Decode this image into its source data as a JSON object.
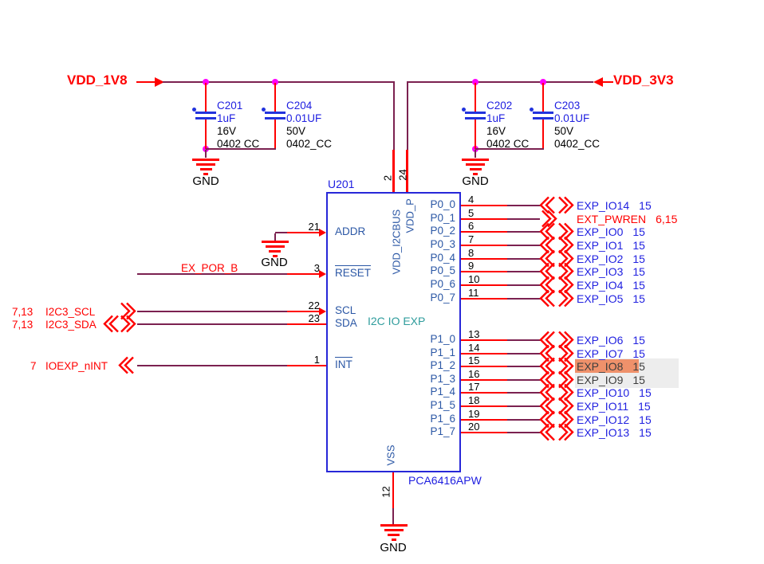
{
  "colors": {
    "wire": "#7B2150",
    "red": "#FF0000",
    "ref_blue": "#1D1DE0",
    "net_blue": "#2121E0",
    "pin_blue": "#2B57A5",
    "chip_blue": "#2727D8",
    "teal": "#2E9C9C",
    "junction": "#FF00FF",
    "cap_blue": "#2233DD",
    "dim_text": "#3D3D3D",
    "highlight_orange": "#EF916B",
    "highlight_gray": "#EDEDED"
  },
  "power": {
    "left_rail_label": "VDD_1V8",
    "right_rail_label": "VDD_3V3",
    "gnd_label": "GND"
  },
  "capacitors": [
    {
      "ref": "C201",
      "value": "1uF",
      "voltage": "16V",
      "footprint": "0402 CC"
    },
    {
      "ref": "C204",
      "value": "0.01UF",
      "voltage": "50V",
      "footprint": "0402_CC"
    },
    {
      "ref": "C202",
      "value": "1uF",
      "voltage": "16V",
      "footprint": "0402 CC"
    },
    {
      "ref": "C203",
      "value": "0.01UF",
      "voltage": "50V",
      "footprint": "0402_CC"
    }
  ],
  "chip": {
    "refdes": "U201",
    "part": "PCA6416APW",
    "function_label": "I2C IO EXP",
    "top_pins": [
      {
        "num": "2",
        "name": "VDD_I2CBUS"
      },
      {
        "num": "24",
        "name": "VDD_P"
      }
    ],
    "bottom_pins": [
      {
        "num": "12",
        "name": "VSS"
      }
    ],
    "left_pins": [
      {
        "num": "21",
        "name": "ADDR",
        "overline": false
      },
      {
        "num": "3",
        "name": "RESET",
        "overline": true
      },
      {
        "num": "22",
        "name": "SCL",
        "overline": false
      },
      {
        "num": "23",
        "name": "SDA",
        "overline": false
      },
      {
        "num": "1",
        "name": "INT",
        "overline": true
      }
    ],
    "right_pins_p0": [
      {
        "num": "4",
        "name": "P0_0"
      },
      {
        "num": "5",
        "name": "P0_1"
      },
      {
        "num": "6",
        "name": "P0_2"
      },
      {
        "num": "7",
        "name": "P0_3"
      },
      {
        "num": "8",
        "name": "P0_4"
      },
      {
        "num": "9",
        "name": "P0_5"
      },
      {
        "num": "10",
        "name": "P0_6"
      },
      {
        "num": "11",
        "name": "P0_7"
      }
    ],
    "right_pins_p1": [
      {
        "num": "13",
        "name": "P1_0"
      },
      {
        "num": "14",
        "name": "P1_1"
      },
      {
        "num": "15",
        "name": "P1_2"
      },
      {
        "num": "16",
        "name": "P1_3"
      },
      {
        "num": "17",
        "name": "P1_4"
      },
      {
        "num": "18",
        "name": "P1_5"
      },
      {
        "num": "19",
        "name": "P1_6"
      },
      {
        "num": "20",
        "name": "P1_7"
      }
    ]
  },
  "left_nets": [
    {
      "pages": "",
      "label": "EX_POR_B",
      "connector": "none"
    },
    {
      "pages": "7,13",
      "label": "I2C3_SCL",
      "connector": "right"
    },
    {
      "pages": "7,13",
      "label": "I2C3_SDA",
      "connector": "both"
    },
    {
      "pages": "7",
      "label": "IOEXP_nINT",
      "connector": "left"
    }
  ],
  "right_nets_p0": [
    {
      "label": "EXP_IO14",
      "pages": "15",
      "style": "blue",
      "connector": "both"
    },
    {
      "label": "EXT_PWREN",
      "pages": "6,15",
      "style": "red",
      "connector": "right"
    },
    {
      "label": "EXP_IO0",
      "pages": "15",
      "style": "blue",
      "connector": "both"
    },
    {
      "label": "EXP_IO1",
      "pages": "15",
      "style": "blue",
      "connector": "both"
    },
    {
      "label": "EXP_IO2",
      "pages": "15",
      "style": "blue",
      "connector": "both"
    },
    {
      "label": "EXP_IO3",
      "pages": "15",
      "style": "blue",
      "connector": "both"
    },
    {
      "label": "EXP_IO4",
      "pages": "15",
      "style": "blue",
      "connector": "both"
    },
    {
      "label": "EXP_IO5",
      "pages": "15",
      "style": "blue",
      "connector": "both"
    }
  ],
  "right_nets_p1": [
    {
      "label": "EXP_IO6",
      "pages": "15",
      "style": "blue",
      "connector": "both"
    },
    {
      "label": "EXP_IO7",
      "pages": "15",
      "style": "blue",
      "connector": "both"
    },
    {
      "label": "EXP_IO8",
      "pages": "15",
      "style": "dim",
      "connector": "both",
      "highlight": "current"
    },
    {
      "label": "EXP_IO9",
      "pages": "15",
      "style": "dim",
      "connector": "both",
      "highlight": "match"
    },
    {
      "label": "EXP_IO10",
      "pages": "15",
      "style": "blue",
      "connector": "both"
    },
    {
      "label": "EXP_IO11",
      "pages": "15",
      "style": "blue",
      "connector": "both"
    },
    {
      "label": "EXP_IO12",
      "pages": "15",
      "style": "blue",
      "connector": "both"
    },
    {
      "label": "EXP_IO13",
      "pages": "15",
      "style": "blue",
      "connector": "both"
    }
  ]
}
